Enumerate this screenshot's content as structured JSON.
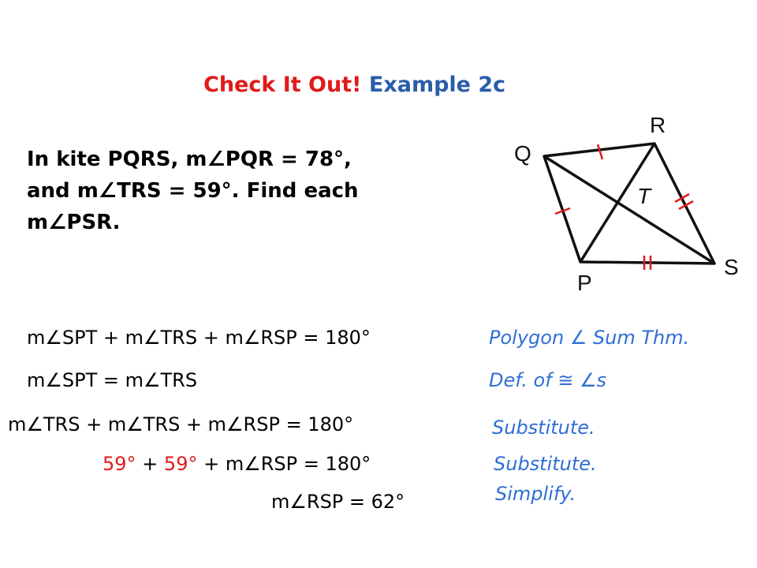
{
  "title": {
    "part1": "Check It Out!",
    "part2": "Example 2c"
  },
  "problem": {
    "line1": "In kite PQRS, m∠PQR = 78°,",
    "line2": "and m∠TRS = 59°. Find each",
    "line3": "m∠PSR."
  },
  "figure": {
    "labels": {
      "Q": "Q",
      "R": "R",
      "T": "T",
      "P": "P",
      "S": "S"
    }
  },
  "steps": [
    {
      "statement": "m∠SPT + m∠TRS + m∠RSP = 180°",
      "reason": "Polygon ∠ Sum Thm."
    },
    {
      "statement": "m∠SPT = m∠TRS",
      "reason": "Def. of ≅ ∠s"
    },
    {
      "statement": "m∠TRS + m∠TRS + m∠RSP = 180°",
      "reason": "Substitute."
    },
    {
      "statement_a": "59°",
      "statement_plus": " + ",
      "statement_b": "59°",
      "statement_rest": " + m∠RSP = 180°",
      "reason": "Substitute."
    },
    {
      "statement": "m∠RSP = 62°",
      "reason": "Simplify."
    }
  ]
}
